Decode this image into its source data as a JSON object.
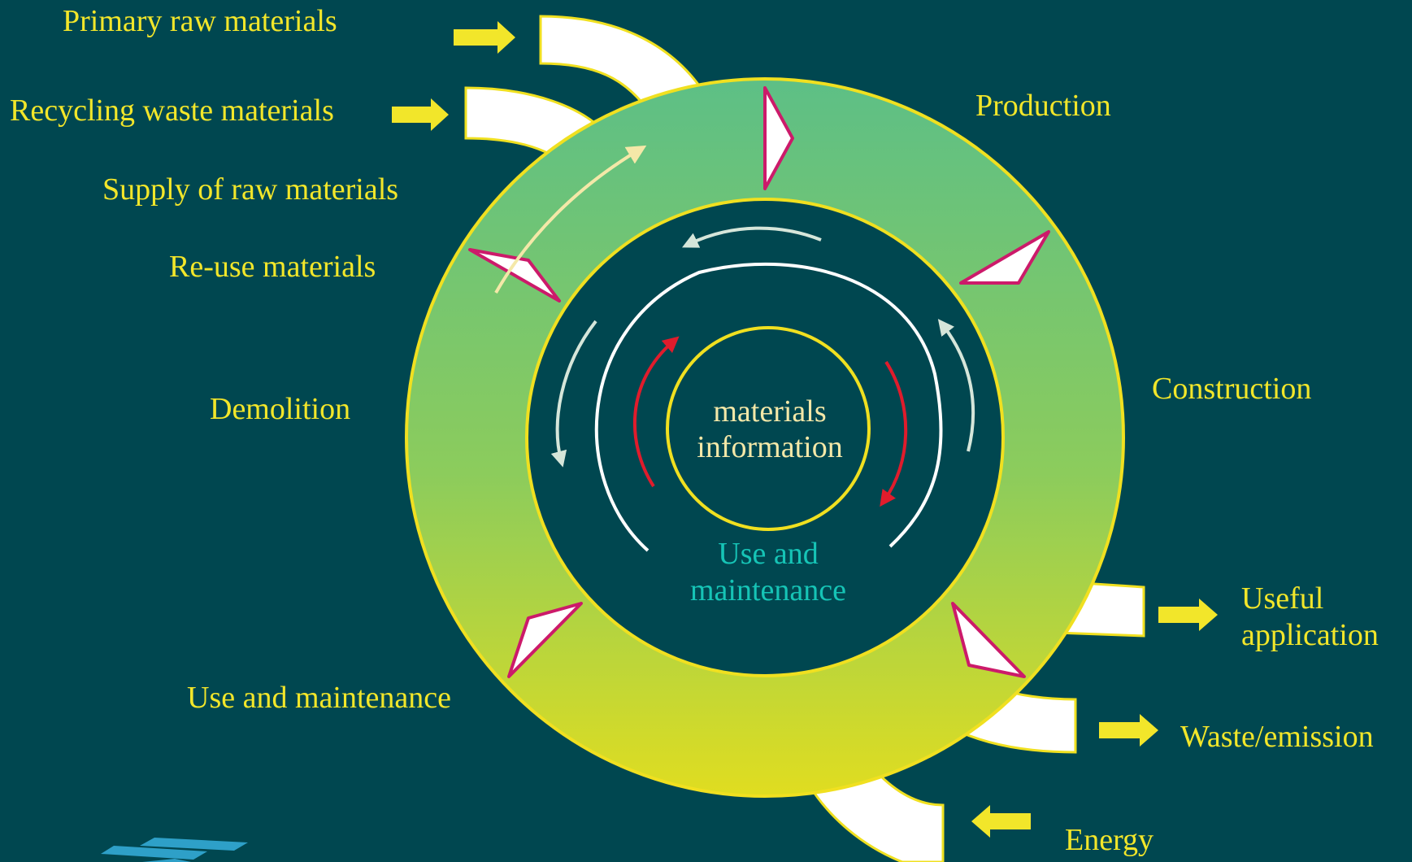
{
  "colors": {
    "background": "#004750",
    "label_yellow": "#f2e62a",
    "ring_gradient_top": "#5dbf86",
    "ring_gradient_bottom": "#e0dd20",
    "ring_outline": "#f0e020",
    "marker_outline": "#cc1a6a",
    "inner_label_cyan": "#16c4b6",
    "center_label_cream": "#f4e8a8",
    "cycle_arrow_red": "#e01c2c"
  },
  "stages": {
    "production": "Production",
    "construction": "Construction",
    "use_and_maintenance": "Use and maintenance",
    "demolition": "Demolition",
    "re_use_materials": "Re-use materials",
    "supply_of_raw_materials": "Supply of raw materials"
  },
  "inputs": {
    "primary_raw_materials": "Primary raw materials",
    "recycling_waste_materials": "Recycling waste materials",
    "energy": "Energy"
  },
  "outputs": {
    "useful_application_line1": "Useful",
    "useful_application_line2": "application",
    "waste_emission": "Waste/emission"
  },
  "inner": {
    "use_line1": "Use and",
    "use_line2": "maintenance",
    "center_line1": "materials",
    "center_line2": "information"
  },
  "icons": {
    "stage_marker": "triangle-marker-icon",
    "flow_arrow": "block-arrow-icon",
    "cycle_arrow": "curved-arrow-icon",
    "logo": "stripes-logo-icon"
  }
}
